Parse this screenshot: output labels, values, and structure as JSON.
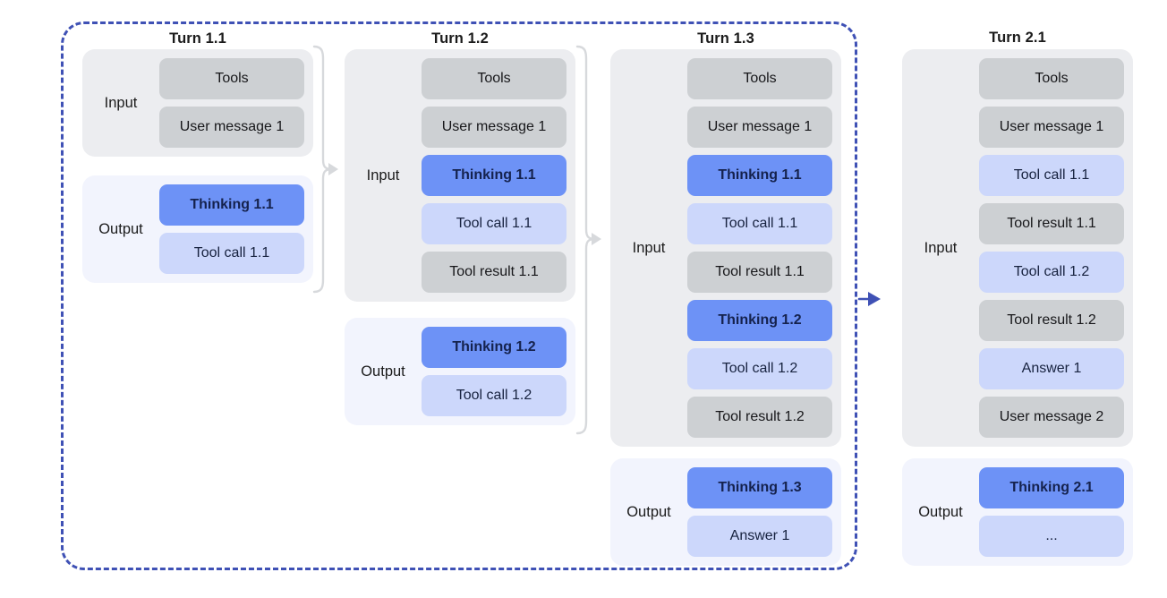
{
  "diagram": {
    "title_text": "",
    "grouping_region_label": "turn-1-context-region",
    "colors": {
      "dashed_border": "#3f51b5",
      "input_group_bg": "#ecedf0",
      "output_group_bg": "#f2f4fd",
      "chip_gray": "#cdd0d3",
      "chip_blue": "#6d92f6",
      "chip_lightblue": "#ccd7fb",
      "brace_gray": "#d5d7da",
      "arrow_blue": "#3f51b5"
    },
    "labels": {
      "input": "Input",
      "output": "Output"
    }
  },
  "columns": [
    {
      "title": "Turn 1.1",
      "input": {
        "label": "Input",
        "items": [
          {
            "text": "Tools",
            "kind": "gray"
          },
          {
            "text": "User message 1",
            "kind": "gray"
          }
        ]
      },
      "output": {
        "label": "Output",
        "items": [
          {
            "text": "Thinking 1.1",
            "kind": "blue"
          },
          {
            "text": "Tool call 1.1",
            "kind": "lightblue"
          }
        ]
      }
    },
    {
      "title": "Turn 1.2",
      "input": {
        "label": "Input",
        "items": [
          {
            "text": "Tools",
            "kind": "gray"
          },
          {
            "text": "User message 1",
            "kind": "gray"
          },
          {
            "text": "Thinking 1.1",
            "kind": "blue"
          },
          {
            "text": "Tool call 1.1",
            "kind": "lightblue"
          },
          {
            "text": "Tool result 1.1",
            "kind": "gray"
          }
        ]
      },
      "output": {
        "label": "Output",
        "items": [
          {
            "text": "Thinking 1.2",
            "kind": "blue"
          },
          {
            "text": "Tool call 1.2",
            "kind": "lightblue"
          }
        ]
      }
    },
    {
      "title": "Turn 1.3",
      "input": {
        "label": "Input",
        "items": [
          {
            "text": "Tools",
            "kind": "gray"
          },
          {
            "text": "User message 1",
            "kind": "gray"
          },
          {
            "text": "Thinking 1.1",
            "kind": "blue"
          },
          {
            "text": "Tool call 1.1",
            "kind": "lightblue"
          },
          {
            "text": "Tool result 1.1",
            "kind": "gray"
          },
          {
            "text": "Thinking 1.2",
            "kind": "blue"
          },
          {
            "text": "Tool call 1.2",
            "kind": "lightblue"
          },
          {
            "text": "Tool result 1.2",
            "kind": "gray"
          }
        ]
      },
      "output": {
        "label": "Output",
        "items": [
          {
            "text": "Thinking 1.3",
            "kind": "blue"
          },
          {
            "text": "Answer 1",
            "kind": "lightblue"
          }
        ]
      }
    },
    {
      "title": "Turn 2.1",
      "input": {
        "label": "Input",
        "items": [
          {
            "text": "Tools",
            "kind": "gray"
          },
          {
            "text": "User message 1",
            "kind": "gray"
          },
          {
            "text": "Tool call 1.1",
            "kind": "lightblue"
          },
          {
            "text": "Tool result 1.1",
            "kind": "gray"
          },
          {
            "text": "Tool call 1.2",
            "kind": "lightblue"
          },
          {
            "text": "Tool result 1.2",
            "kind": "gray"
          },
          {
            "text": "Answer 1",
            "kind": "lightblue"
          },
          {
            "text": "User message 2",
            "kind": "gray"
          }
        ]
      },
      "output": {
        "label": "Output",
        "items": [
          {
            "text": "Thinking 2.1",
            "kind": "blue"
          },
          {
            "text": "...",
            "kind": "lightblue"
          }
        ]
      }
    }
  ],
  "connectors": [
    {
      "name": "brace-turn-1-1-to-1-2",
      "style": "gray-brace-arrow"
    },
    {
      "name": "brace-turn-1-2-to-1-3",
      "style": "gray-brace-arrow"
    },
    {
      "name": "arrow-turn-1-3-to-2-1",
      "style": "blue-arrow"
    }
  ]
}
